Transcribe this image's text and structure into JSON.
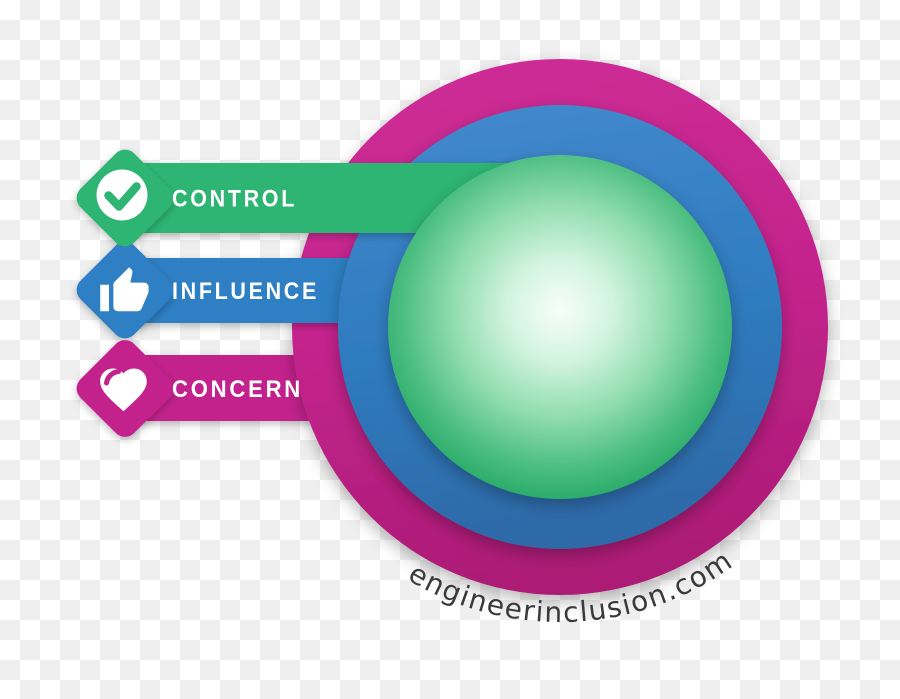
{
  "diagram": {
    "banners": [
      {
        "label": "CONTROL",
        "icon": "check-icon",
        "color": "#2fb573"
      },
      {
        "label": "INFLUENCE",
        "icon": "thumbs-up-icon",
        "color": "#2e7fc3"
      },
      {
        "label": "CONCERN",
        "icon": "heart-icon",
        "color": "#c3238c"
      }
    ],
    "circles": [
      {
        "name": "concern",
        "color": "#c3238c"
      },
      {
        "name": "influence",
        "color": "#2e7fc3"
      },
      {
        "name": "control",
        "color": "#2fb573",
        "center_color": "#f7fefa"
      }
    ],
    "watermark": "engineerinclusion.com",
    "background": {
      "checker_light": "#ffffff",
      "checker_dark": "#efefef"
    }
  }
}
